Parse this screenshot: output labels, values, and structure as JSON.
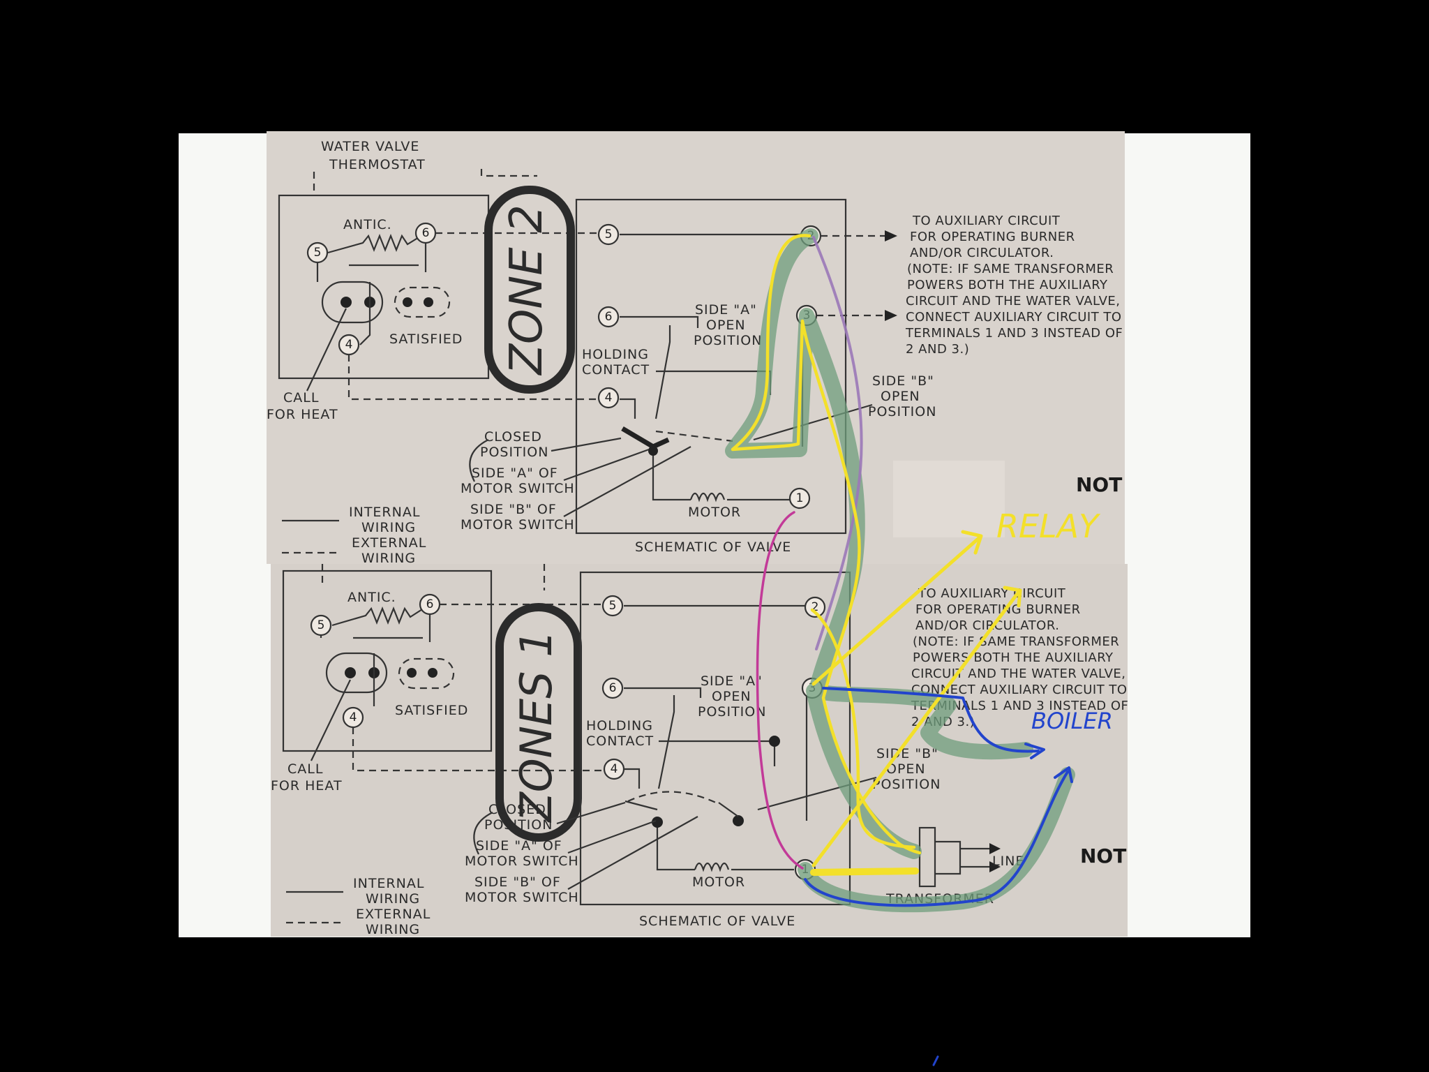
{
  "colors": {
    "background": "#000000",
    "frame": "#f7f8f5",
    "paper": "#d9d3cd",
    "ink": "#2a2a2a",
    "highlight_green": "#6f9e7c",
    "wire_yellow": "#f3e02a",
    "wire_blue": "#2244cc",
    "wire_magenta": "#c23a98",
    "wire_purple": "#9a78b8",
    "marker_black": "#2b2b2b"
  },
  "top_panel": {
    "header_line1": "WATER VALVE",
    "header_line2": "THERMOSTAT",
    "antic": "ANTIC.",
    "satisfied": "SATISFIED",
    "call": "CALL",
    "for_heat": "FOR HEAT",
    "zone_label": "ZONE 2",
    "side_a_open_1": "SIDE \"A\"",
    "side_a_open_2": "OPEN",
    "side_a_open_3": "POSITION",
    "holding_1": "HOLDING",
    "holding_2": "CONTACT",
    "side_b_open_1": "SIDE \"B\"",
    "side_b_open_2": "OPEN",
    "side_b_open_3": "POSITION",
    "closed_1": "CLOSED",
    "closed_2": "POSITION",
    "side_a_switch_1": "SIDE \"A\" OF",
    "side_a_switch_2": "MOTOR SWITCH",
    "side_b_switch_1": "SIDE \"B\" OF",
    "side_b_switch_2": "MOTOR SWITCH",
    "internal_1": "INTERNAL",
    "internal_2": "WIRING",
    "external_1": "EXTERNAL",
    "external_2": "WIRING",
    "motor": "MOTOR",
    "schematic": "SCHEMATIC OF VALVE",
    "note_lines": [
      "TO AUXILIARY CIRCUIT",
      "FOR OPERATING BURNER",
      "AND/OR CIRCULATOR.",
      "(NOTE: IF SAME TRANSFORMER",
      "POWERS BOTH THE AUXILIARY",
      "CIRCUIT AND THE WATER VALVE,",
      "CONNECT AUXILIARY CIRCUIT TO",
      "TERMINALS 1 AND 3 INSTEAD OF",
      "2 AND 3.)"
    ],
    "not": "NOT"
  },
  "bottom_panel": {
    "antic": "ANTIC.",
    "satisfied": "SATISFIED",
    "call": "CALL",
    "for_heat": "FOR HEAT",
    "zone_label": "ZONES 1",
    "side_a_open_1": "SIDE \"A\"",
    "side_a_open_2": "OPEN",
    "side_a_open_3": "POSITION",
    "holding_1": "HOLDING",
    "holding_2": "CONTACT",
    "side_b_open_1": "SIDE \"B\"",
    "side_b_open_2": "OPEN",
    "side_b_open_3": "POSITION",
    "closed_1": "CLOSED",
    "closed_2": "POSITION",
    "side_a_switch_1": "SIDE \"A\" OF",
    "side_a_switch_2": "MOTOR SWITCH",
    "side_b_switch_1": "SIDE \"B\" OF",
    "side_b_switch_2": "MOTOR SWITCH",
    "internal_1": "INTERNAL",
    "internal_2": "WIRING",
    "external_1": "EXTERNAL",
    "external_2": "WIRING",
    "motor": "MOTOR",
    "schematic": "SCHEMATIC OF VALVE",
    "transformer": "TRANSFORMER",
    "line": "LINE",
    "note_lines": [
      "TO AUXILIARY CIRCUIT",
      "FOR OPERATING BURNER",
      "AND/OR CIRCULATOR.",
      "(NOTE: IF SAME TRANSFORMER",
      "POWERS BOTH THE AUXILIARY",
      "CIRCUIT AND THE WATER VALVE,",
      "CONNECT AUXILIARY CIRCUIT TO",
      "TERMINALS 1 AND 3 INSTEAD OF",
      "2 AND 3.)"
    ],
    "not": "NOT"
  },
  "annotations": {
    "relay": "RELAY",
    "boiler": "BOILER"
  },
  "terminals": [
    "1",
    "2",
    "3",
    "4",
    "5",
    "6"
  ]
}
